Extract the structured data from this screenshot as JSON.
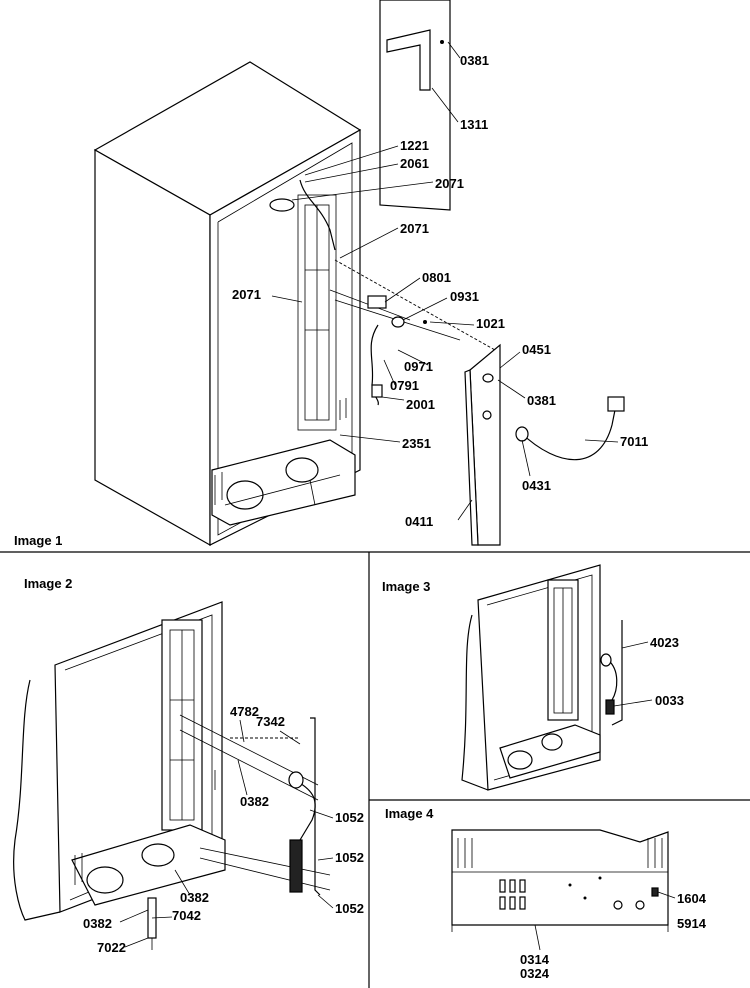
{
  "panels": [
    {
      "title": "Image 1",
      "parts": [
        "0381",
        "1311",
        "1221",
        "2061",
        "2071",
        "2071",
        "2071",
        "0801",
        "0931",
        "1021",
        "0971",
        "0791",
        "2001",
        "2351",
        "0451",
        "0381",
        "7011",
        "0431",
        "0411"
      ]
    },
    {
      "title": "Image 2",
      "parts": [
        "4782",
        "7342",
        "0382",
        "1052",
        "1052",
        "1052",
        "0382",
        "0382",
        "7042",
        "7022"
      ]
    },
    {
      "title": "Image 3",
      "parts": [
        "4023",
        "0033"
      ]
    },
    {
      "title": "Image 4",
      "parts": [
        "1604",
        "5914",
        "0314",
        "0324"
      ]
    }
  ]
}
